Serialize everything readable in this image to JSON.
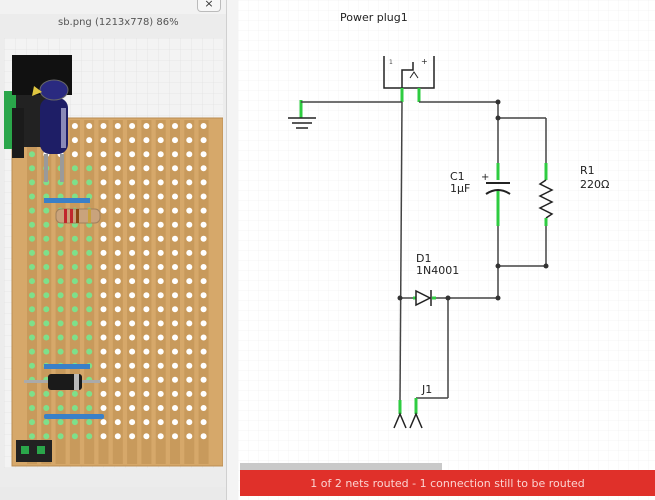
{
  "breadboard_window": {
    "title": "sb.png (1213x778) 86%",
    "close_label": "×"
  },
  "schematic": {
    "power_plug_label": "Power plug1",
    "capacitor": {
      "name": "C1",
      "value": "1µF"
    },
    "resistor": {
      "name": "R1",
      "value": "220Ω"
    },
    "diode": {
      "name": "D1",
      "value": "1N4001"
    },
    "connector": {
      "name": "J1"
    }
  },
  "status": {
    "message": "1 of 2 nets routed - 1 connection still to be routed"
  },
  "colors": {
    "status_bar": "#e0302a",
    "stripboard": "#d6a86a",
    "wire_green": "#2ecc40"
  }
}
